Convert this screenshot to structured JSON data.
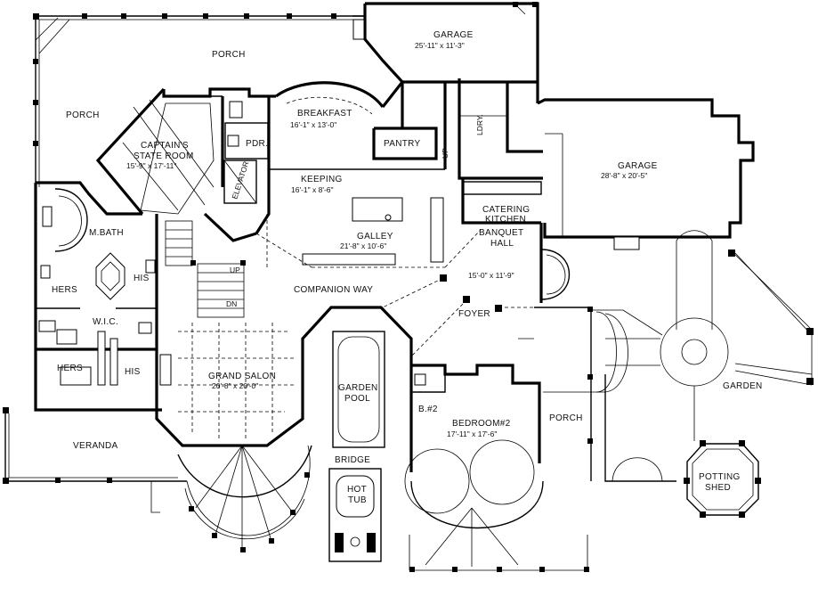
{
  "rooms": {
    "porch_top": {
      "name": "PORCH"
    },
    "porch_left": {
      "name": "PORCH"
    },
    "garage_top": {
      "name": "GARAGE",
      "dims": "25'-11\" x 11'-3\""
    },
    "breakfast": {
      "name": "BREAKFAST",
      "dims": "16'-1\" x 13'-0\""
    },
    "captains": {
      "name1": "CAPTAIN'S",
      "name2": "STATE ROOM",
      "dims": "15'-9\" x 17'-11\""
    },
    "pdr": {
      "name": "PDR."
    },
    "pantry": {
      "name": "PANTRY"
    },
    "ldry": {
      "name": "LDRY."
    },
    "up_small": {
      "name": "UP"
    },
    "elevator": {
      "name": "ELEVATOR"
    },
    "keeping": {
      "name": "KEEPING",
      "dims": "16'-1\" x 8'-6\""
    },
    "garage_right": {
      "name": "GARAGE",
      "dims": "28'-8\" x 20'-5\""
    },
    "catering": {
      "name1": "CATERING",
      "name2": "KITCHEN"
    },
    "mbath": {
      "name": "M.BATH"
    },
    "galley": {
      "name": "GALLEY",
      "dims": "21'-8\" x 10'-6\""
    },
    "banquet": {
      "name1": "BANQUET",
      "name2": "HALL",
      "dims": "15'-0\" x 11'-9\""
    },
    "hers_bath": {
      "name": "HERS"
    },
    "his_bath": {
      "name": "HIS"
    },
    "up": {
      "name": "UP"
    },
    "dn": {
      "name": "DN"
    },
    "companion": {
      "name": "COMPANION WAY"
    },
    "wic": {
      "name": "W.I.C."
    },
    "foyer": {
      "name": "FOYER"
    },
    "hers_closet": {
      "name": "HERS"
    },
    "his_closet": {
      "name": "HIS"
    },
    "grand_salon": {
      "name": "GRAND SALON",
      "dims": "20'-8\" x 20'-0\""
    },
    "garden_pool": {
      "name1": "GARDEN",
      "name2": "POOL"
    },
    "garden": {
      "name": "GARDEN"
    },
    "b2": {
      "name": "B.#2"
    },
    "porch_right": {
      "name": "PORCH"
    },
    "bedroom2": {
      "name": "BEDROOM#2",
      "dims": "17'-11\" x 17'-6\""
    },
    "veranda": {
      "name": "VERANDA"
    },
    "bridge": {
      "name": "BRIDGE"
    },
    "hot_tub": {
      "name1": "HOT",
      "name2": "TUB"
    },
    "potting": {
      "name1": "POTTING",
      "name2": "SHED"
    }
  }
}
